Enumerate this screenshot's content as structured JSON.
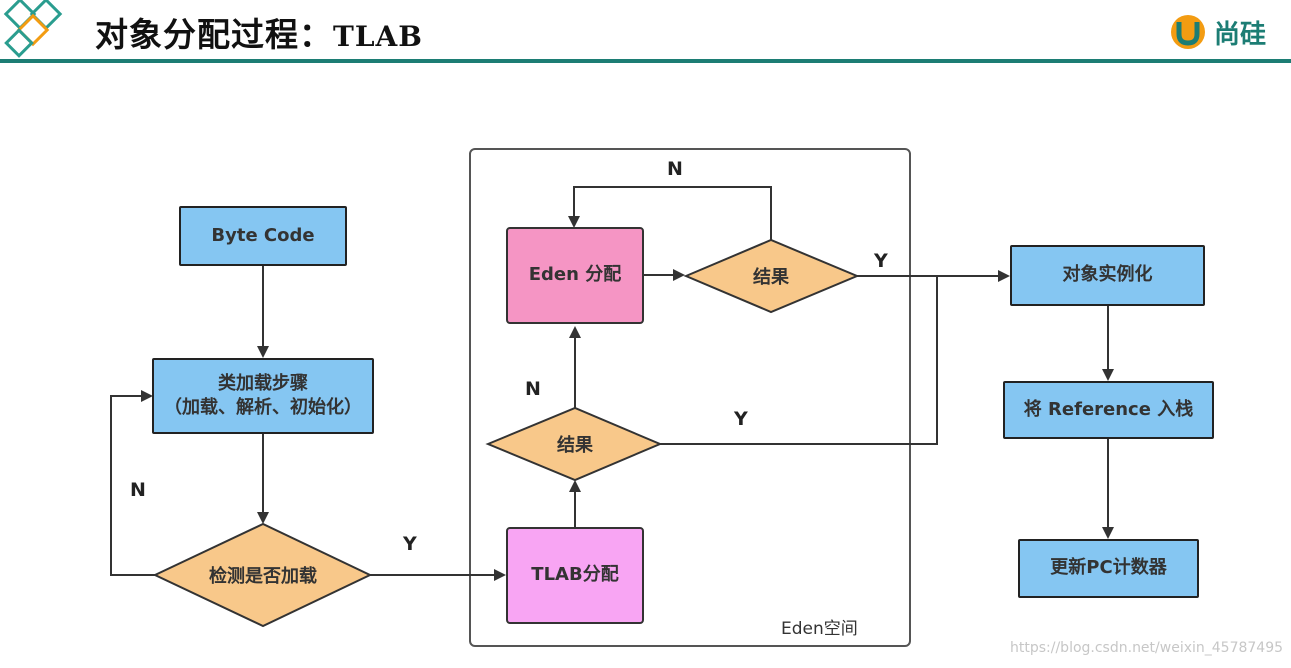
{
  "header": {
    "title_cn": "对象分配过程：",
    "title_en": "TLAB",
    "brand": "尚硅"
  },
  "nodes": {
    "byte_code": "Byte Code",
    "class_load_line1": "类加载步骤",
    "class_load_line2": "（加载、解析、初始化）",
    "check_loaded": "检测是否加载",
    "tlab_alloc": "TLAB分配",
    "result_lower": "结果",
    "eden_alloc": "Eden 分配",
    "result_upper": "结果",
    "object_instance": "对象实例化",
    "push_reference": "将 Reference 入栈",
    "update_pc": "更新PC计数器"
  },
  "edges": {
    "n_top": "N",
    "y_upper": "Y",
    "n_middle": "N",
    "y_middle": "Y",
    "n_left": "N",
    "y_bottom": "Y"
  },
  "region": {
    "label": "Eden空间"
  },
  "watermark": "https://blog.csdn.net/weixin_45787495",
  "colors": {
    "blue_box": "#85c6f2",
    "pink_box": "#f595c4",
    "magenta_box": "#f8a5f3",
    "diamond": "#f8c88a",
    "header_rule": "#1c7d74"
  }
}
